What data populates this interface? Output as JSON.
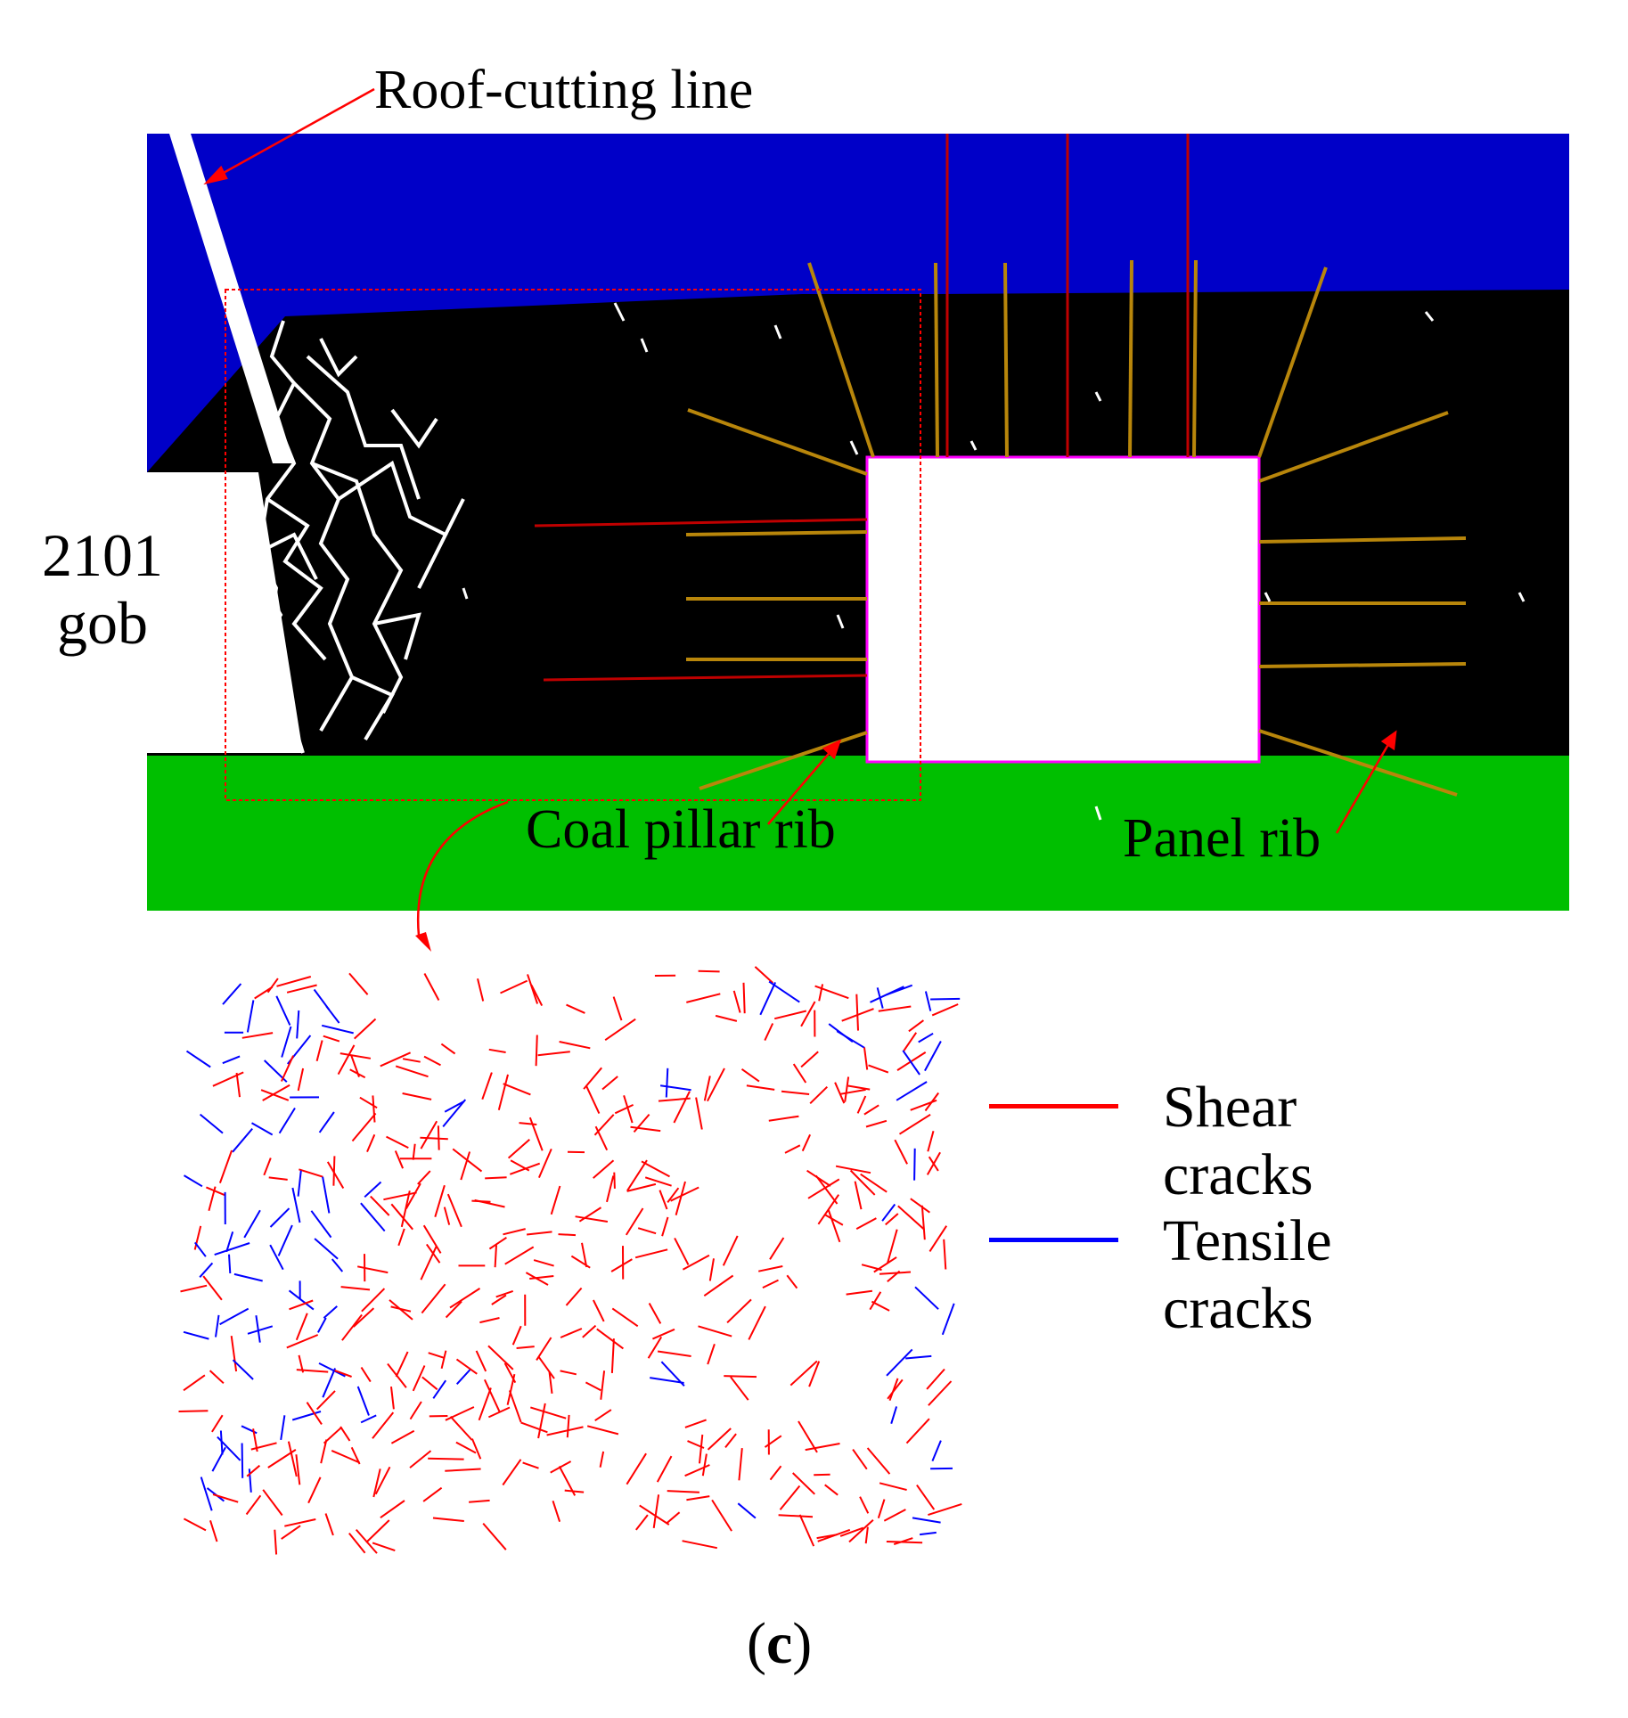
{
  "labels": {
    "roof_cutting_line": "Roof-cutting line",
    "gob_line1": "2101",
    "gob_line2": "gob",
    "coal_pillar_rib": "Coal pillar rib",
    "panel_rib": "Panel rib",
    "figure_label_open": "(",
    "figure_label_letter": "c",
    "figure_label_close": ")"
  },
  "legend": {
    "items": [
      {
        "label": "Shear cracks",
        "color": "#ff0000"
      },
      {
        "label": "Tensile cracks",
        "color": "#0000ff"
      }
    ]
  },
  "colors": {
    "roof": "#0000c8",
    "coal_seam": "#000000",
    "floor": "#00bf00",
    "roadway": "#ffffff",
    "bolt": "#b8860b",
    "cable": "#c00000",
    "roadway_outline": "#ff00ff",
    "arrow": "#ff0000",
    "fracture_white": "#ffffff",
    "shear_crack": "#ff0000",
    "tensile_crack": "#0000ff"
  }
}
